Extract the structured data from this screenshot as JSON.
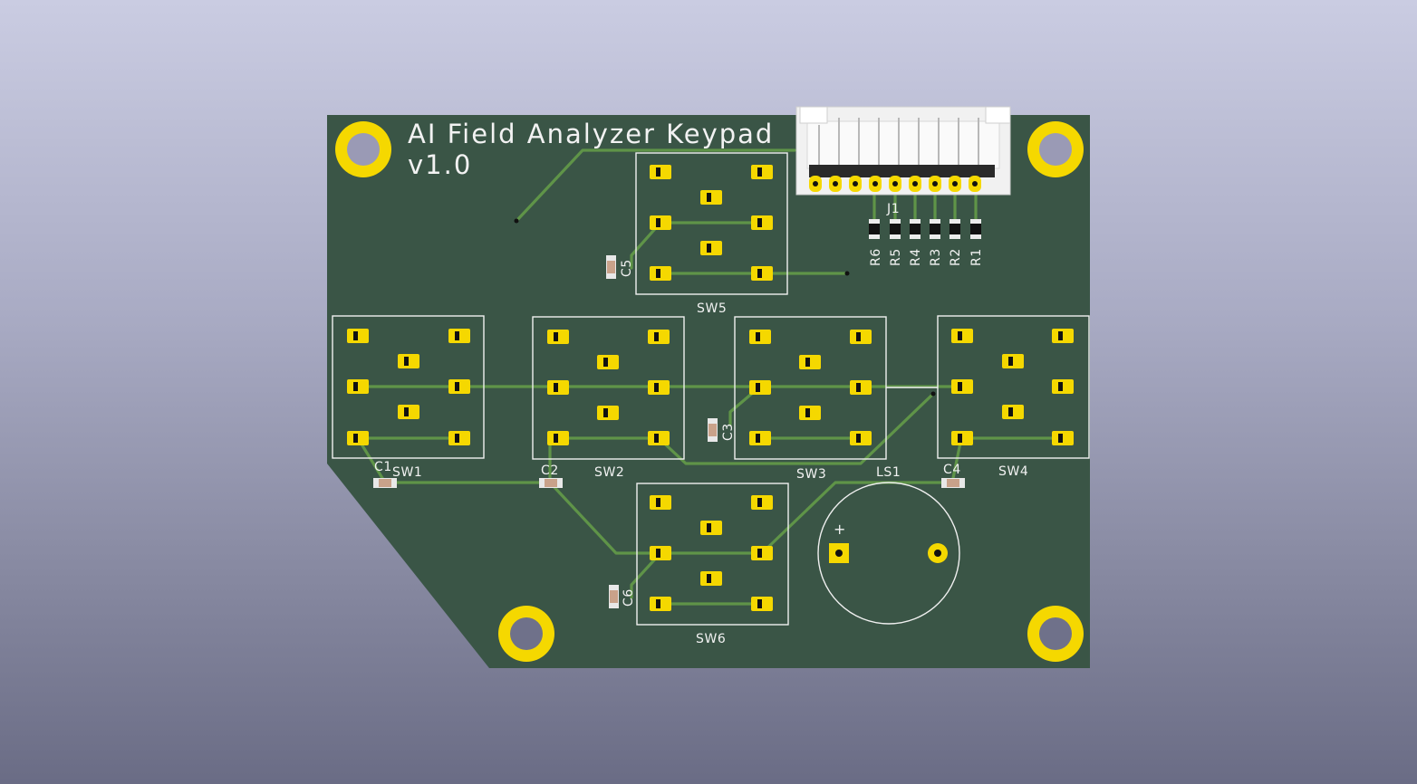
{
  "board": {
    "title_line1": "AI Field Analyzer Keypad",
    "title_line2": "v1.0",
    "colors": {
      "background_top": "#cacce2",
      "background_bottom": "#6a6c85",
      "soldermask": "#3a5546",
      "copper_trace": "#5f9448",
      "pad": "#f5d800",
      "silkscreen": "#f2f2f2"
    }
  },
  "switches": [
    "SW1",
    "SW2",
    "SW3",
    "SW4",
    "SW5",
    "SW6"
  ],
  "capacitors": [
    "C1",
    "C2",
    "C3",
    "C4",
    "C5",
    "C6"
  ],
  "resistors": [
    "R6",
    "R5",
    "R4",
    "R3",
    "R2",
    "R1"
  ],
  "connector": {
    "ref": "J1"
  },
  "buzzer": {
    "ref": "LS1",
    "polarity": "+"
  },
  "mounting_holes": 4
}
